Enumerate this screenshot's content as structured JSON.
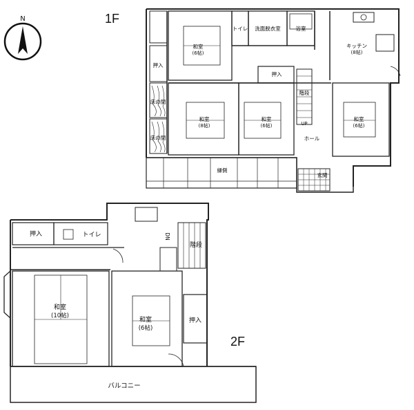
{
  "compass": {
    "letter": "N"
  },
  "floor1": {
    "label": "1F",
    "rooms": {
      "washitsu_a": {
        "name": "和室",
        "size": "(6帖)"
      },
      "toilet": {
        "name": "トイレ"
      },
      "senmen": {
        "name": "洗面脱衣室"
      },
      "bath": {
        "name": "浴室"
      },
      "kitchen": {
        "name": "キッチン",
        "size": "(8帖)"
      },
      "oshiire_w": {
        "name": "押入"
      },
      "oshiire_c": {
        "name": "押入"
      },
      "kaidan": {
        "name": "階段"
      },
      "up": {
        "name": "UP"
      },
      "tokonoma1": {
        "name": "床の間"
      },
      "tokonoma2": {
        "name": "床の間"
      },
      "washitsu_b": {
        "name": "和室",
        "size": "(8帖)"
      },
      "washitsu_c": {
        "name": "和室",
        "size": "(6帖)"
      },
      "washitsu_d": {
        "name": "和室",
        "size": "(6帖)"
      },
      "hall": {
        "name": "ホール"
      },
      "engawa": {
        "name": "縁側"
      },
      "genkan": {
        "name": "玄関"
      }
    }
  },
  "floor2": {
    "label": "2F",
    "rooms": {
      "oshiire_l": {
        "name": "押入"
      },
      "toilet": {
        "name": "トイレ"
      },
      "dn": {
        "name": "DN"
      },
      "kaidan": {
        "name": "階段"
      },
      "washitsu_l": {
        "name": "和室",
        "size": "(10帖)"
      },
      "washitsu_r": {
        "name": "和室",
        "size": "(6帖)"
      },
      "oshiire_r": {
        "name": "押入"
      },
      "balcony": {
        "name": "バルコニー"
      }
    }
  }
}
